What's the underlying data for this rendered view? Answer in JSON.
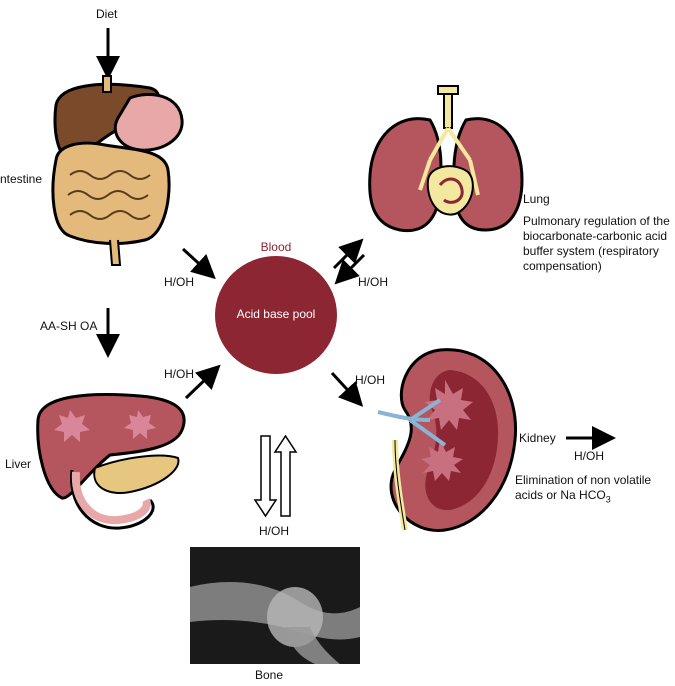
{
  "labels": {
    "diet": "Diet",
    "intestine": "ntestine",
    "aa_sh_oa": "AA-SH OA",
    "liver": "Liver",
    "blood": "Blood",
    "pool": "Acid base pool",
    "h_oh_intestine": "H/OH",
    "h_oh_liver": "H/OH",
    "h_oh_lung": "H/OH",
    "h_oh_kidney": "H/OH",
    "h_oh_bone": "H/OH",
    "h_oh_kidney_out": "H/OH",
    "lung": "Lung",
    "lung_desc": "Pulmonary regulation of the biocarbonate-carbonic acid buffer system (respiratory compensation)",
    "kidney": "Kidney",
    "kidney_desc_main": "Elimination of non volatile acids or Na HCO",
    "kidney_desc_sub": "3",
    "bone": "Bone"
  },
  "colors": {
    "pool": "#8c2632",
    "organ_fill": "#b5565f",
    "organ_dark": "#5a1e22",
    "liver_brown": "#7a4a2a",
    "intestine_tan": "#e3b97c",
    "bone_grey": "#8a8a8a"
  }
}
